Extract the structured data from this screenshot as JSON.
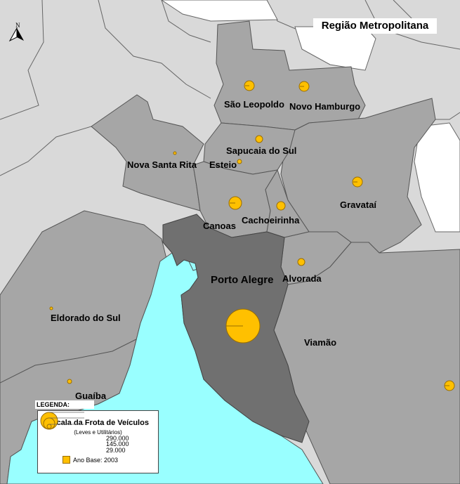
{
  "map": {
    "title": "Região Metropolitana",
    "colors": {
      "background_region": "#ffffff",
      "outer_municipality": "#d9d9d9",
      "metro_municipality": "#a6a6a6",
      "capital": "#707070",
      "water": "#99ffff",
      "symbol_fill": "#ffc000",
      "symbol_stroke": "#9a6e00",
      "border": "#555555"
    },
    "north_arrow": {
      "label": "N",
      "icon": "north-arrow-icon"
    },
    "cities": [
      {
        "id": "sao-leopoldo",
        "name": "São Leopoldo",
        "fleet_approx": 70000
      },
      {
        "id": "novo-hamburgo",
        "name": "Novo Hamburgo",
        "fleet_approx": 80000
      },
      {
        "id": "sapucaia-do-sul",
        "name": "Sapucaia do Sul",
        "fleet_approx": 40000
      },
      {
        "id": "nova-santa-rita",
        "name": "Nova Santa Rita",
        "fleet_approx": 5000
      },
      {
        "id": "esteio",
        "name": "Esteio",
        "fleet_approx": 20000
      },
      {
        "id": "gravatai",
        "name": "Gravataí",
        "fleet_approx": 70000
      },
      {
        "id": "canoas",
        "name": "Canoas",
        "fleet_approx": 110000
      },
      {
        "id": "cachoeirinha",
        "name": "Cachoeirinha",
        "fleet_approx": 45000
      },
      {
        "id": "porto-alegre",
        "name": "Porto Alegre",
        "fleet_approx": 600000
      },
      {
        "id": "alvorada",
        "name": "Alvorada",
        "fleet_approx": 40000
      },
      {
        "id": "eldorado-do-sul",
        "name": "Eldorado do Sul",
        "fleet_approx": 5000
      },
      {
        "id": "viamao",
        "name": "Viamão",
        "fleet_approx": 55000
      },
      {
        "id": "guaiba",
        "name": "Guaíba",
        "fleet_approx": 20000
      }
    ],
    "legend": {
      "header": "LEGENDA:",
      "title": "Escala da Frota de Veículos",
      "subtitle": "(Leves e Utilitários)",
      "values": [
        "290.000",
        "145.000",
        "29.000"
      ],
      "base_year": "Ano Base: 2003"
    }
  }
}
